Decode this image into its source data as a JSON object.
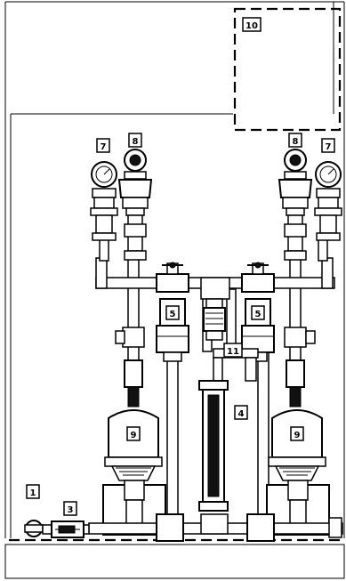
{
  "diagram": {
    "labels": [
      {
        "id": "1",
        "text": "1"
      },
      {
        "id": "3",
        "text": "3"
      },
      {
        "id": "4",
        "text": "4"
      },
      {
        "id": "5a",
        "text": "5"
      },
      {
        "id": "5b",
        "text": "5"
      },
      {
        "id": "7a",
        "text": "7"
      },
      {
        "id": "7b",
        "text": "7"
      },
      {
        "id": "8a",
        "text": "8"
      },
      {
        "id": "8b",
        "text": "8"
      },
      {
        "id": "9a",
        "text": "9"
      },
      {
        "id": "9b",
        "text": "9"
      },
      {
        "id": "10",
        "text": "10"
      },
      {
        "id": "11",
        "text": "11"
      }
    ],
    "colors": {
      "line": "#000000",
      "background": "#ffffff"
    }
  }
}
